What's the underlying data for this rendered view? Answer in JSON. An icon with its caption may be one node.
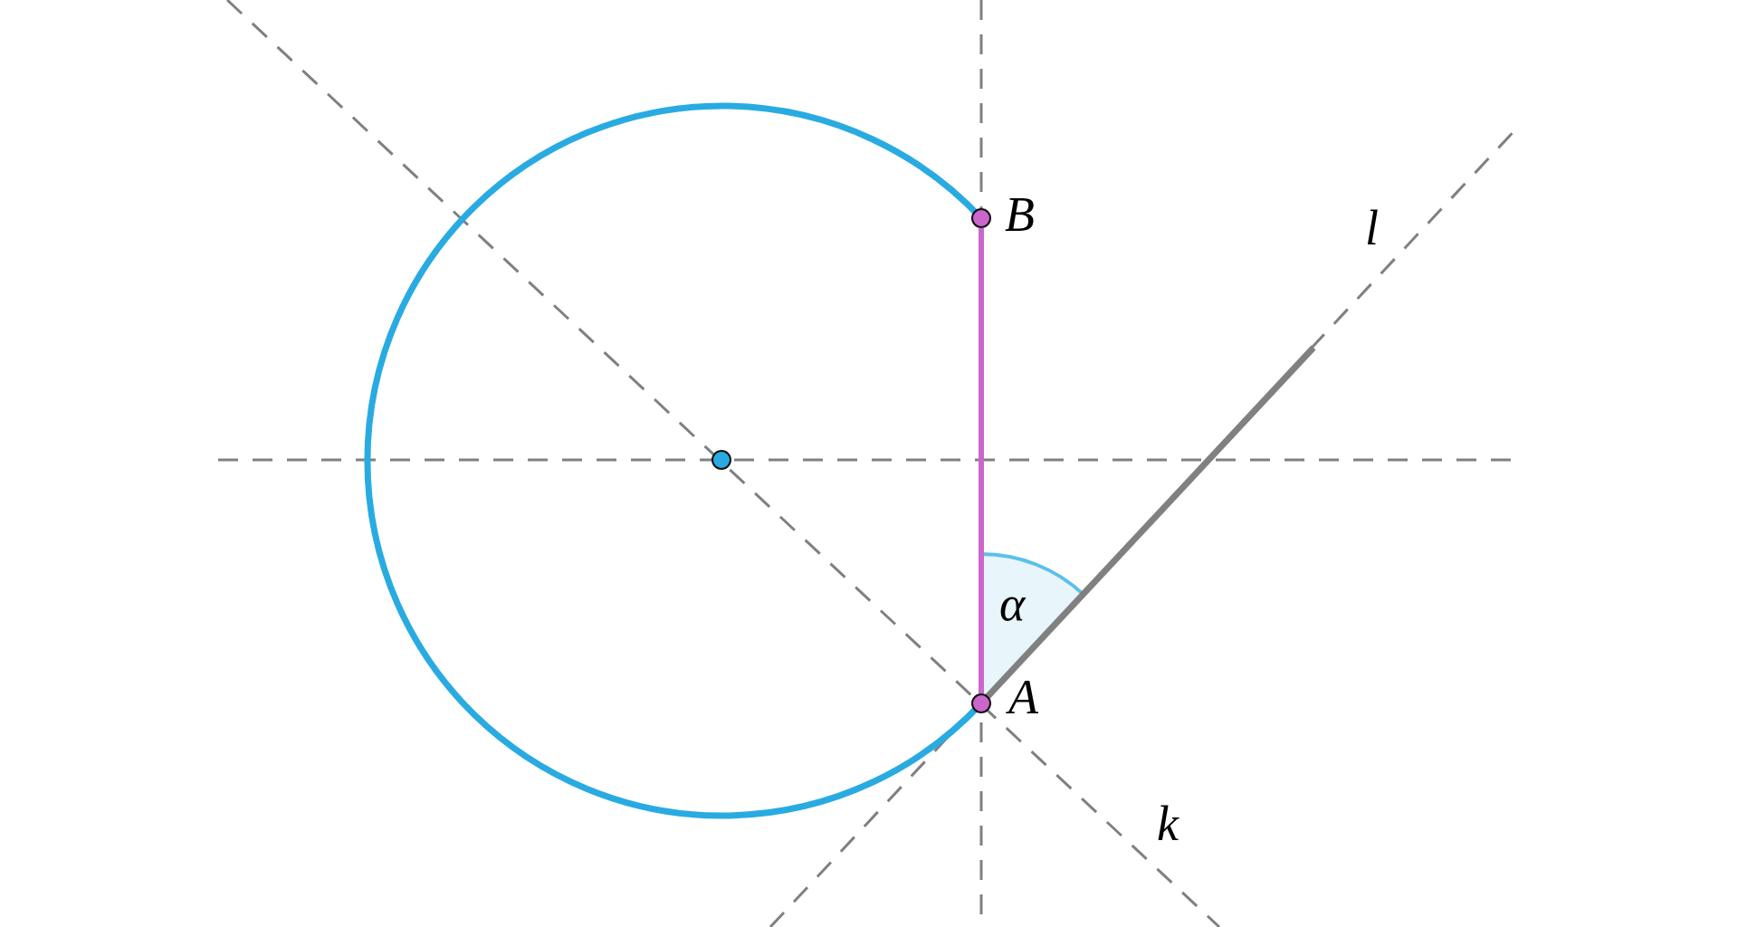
{
  "diagram": {
    "nodes": [
      {
        "text": [],
        "shape": "circle",
        "beside": [
          "B"
        ]
      },
      {
        "text": [],
        "shape": "circle"
      },
      {
        "text": [],
        "shape": "circle",
        "beside": [
          "A"
        ]
      }
    ],
    "edges": [
      {
        "from": 2,
        "to": 0,
        "arrow": "none",
        "color": "#cc66cc"
      }
    ],
    "labels": [
      "l",
      "α",
      "k"
    ]
  }
}
